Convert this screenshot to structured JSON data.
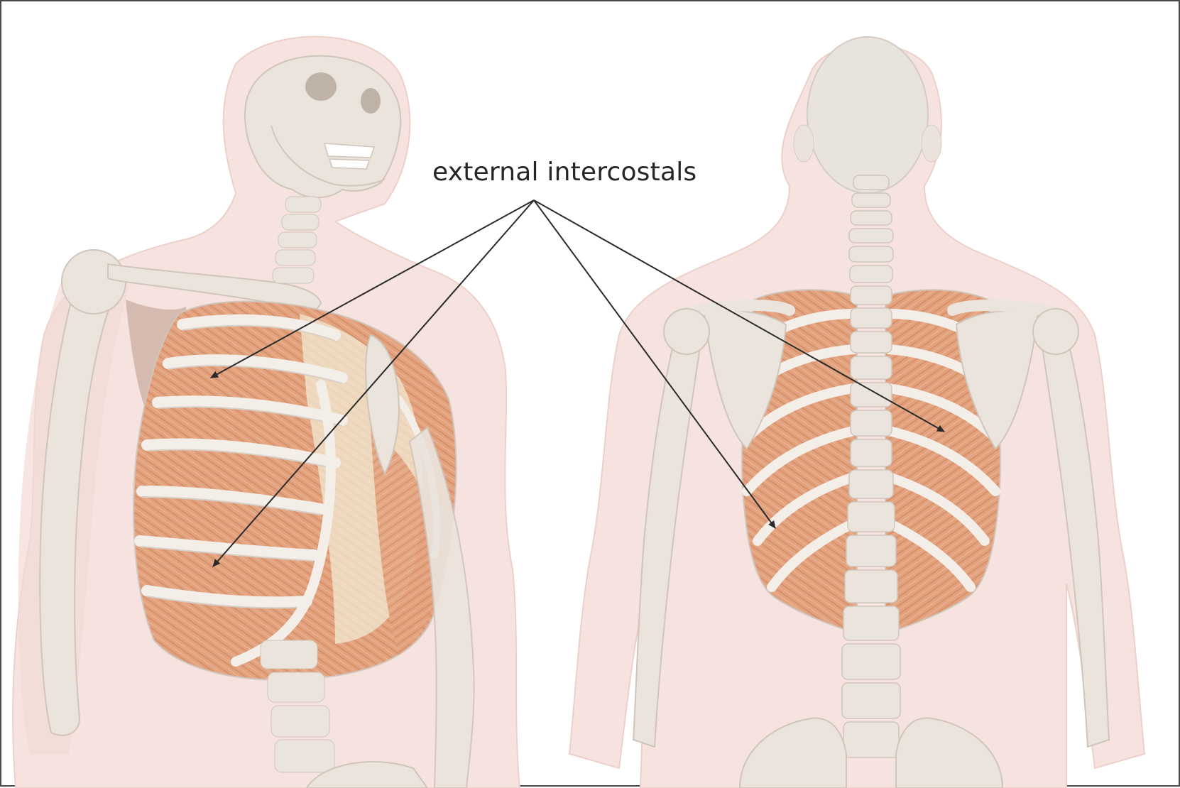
{
  "label": {
    "text": "external intercostals"
  },
  "colors": {
    "skin": "#f6e3df",
    "bone": "#ebe4dd",
    "muscle": "#e3a27e",
    "cartilage": "#f1ead4",
    "leader": "#2a2a2a"
  },
  "views": [
    "anterior-oblique",
    "posterior"
  ]
}
